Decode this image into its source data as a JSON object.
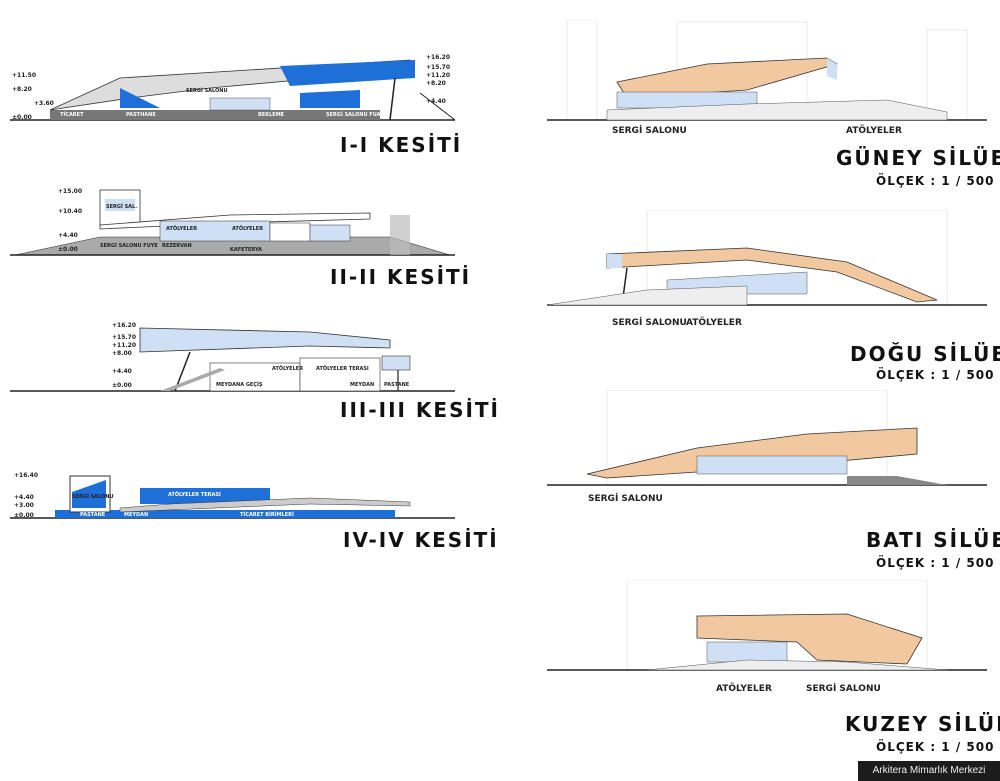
{
  "sections": [
    {
      "title": "I-I KESİTİ",
      "levels": [
        "+11.50",
        "+8.20",
        "+3.60",
        "±0.00"
      ],
      "right_levels": [
        "+16.20",
        "+15.70",
        "+11.20",
        "+8.20",
        "+4.40"
      ],
      "rooms": [
        "SERGİ SALONU",
        "TİCARET",
        "PASTHANE",
        "SERGİ SALONU FUAYE",
        "BEKLEME"
      ]
    },
    {
      "title": "II-II KESİTİ",
      "levels": [
        "+15.00",
        "+10.40",
        "+4.40",
        "±0.00"
      ],
      "rooms": [
        "SERGİ SAL.",
        "ATÖLYELER",
        "ATÖLYELER",
        "REZERVAN",
        "KAFETERYA",
        "SERGİ SALONU FUYE"
      ]
    },
    {
      "title": "III-III KESİTİ",
      "levels": [
        "+16.20",
        "+15.70",
        "+11.20",
        "+8.00",
        "+4.40",
        "±0.00"
      ],
      "rooms": [
        "ATÖLYELER",
        "ATÖLYELER TERASI",
        "MEYDANA GEÇİŞ",
        "MEYDAN",
        "PASTANE"
      ]
    },
    {
      "title": "IV-IV KESİTİ",
      "levels": [
        "+16.40",
        "+4.40",
        "+3.00",
        "±0.00"
      ],
      "rooms": [
        "SERGİ SALONU",
        "ATÖLYELER TERASI",
        "TİCARET BİRİMLERİ",
        "PASTANE",
        "MEYDAN"
      ]
    }
  ],
  "elevations": [
    {
      "title": "GÜNEY SİLÜETİ",
      "scale": "ÖLÇEK : 1 / 500",
      "labels": [
        "SERGİ SALONU",
        "ATÖLYELER"
      ]
    },
    {
      "title": "DOĞU SİLÜETİ",
      "scale": "ÖLÇEK : 1 / 500",
      "labels": [
        "SERGİ SALONU",
        "ATÖLYELER"
      ]
    },
    {
      "title": "BATI SİLÜETİ",
      "scale": "ÖLÇEK : 1 / 500",
      "labels": [
        "SERGİ SALONU"
      ]
    },
    {
      "title": "KUZEY SİLÜETİ",
      "scale": "ÖLÇEK : 1 / 500",
      "labels": [
        "ATÖLYELER",
        "SERGİ SALONU"
      ]
    }
  ],
  "footer": "Arkitera Mimarlık Merkezi",
  "colors": {
    "glass": "#1f6fd8",
    "glass_light": "#cfe0f5",
    "timber": "#f2c8a0",
    "ground": "#888888",
    "line": "#222222"
  }
}
